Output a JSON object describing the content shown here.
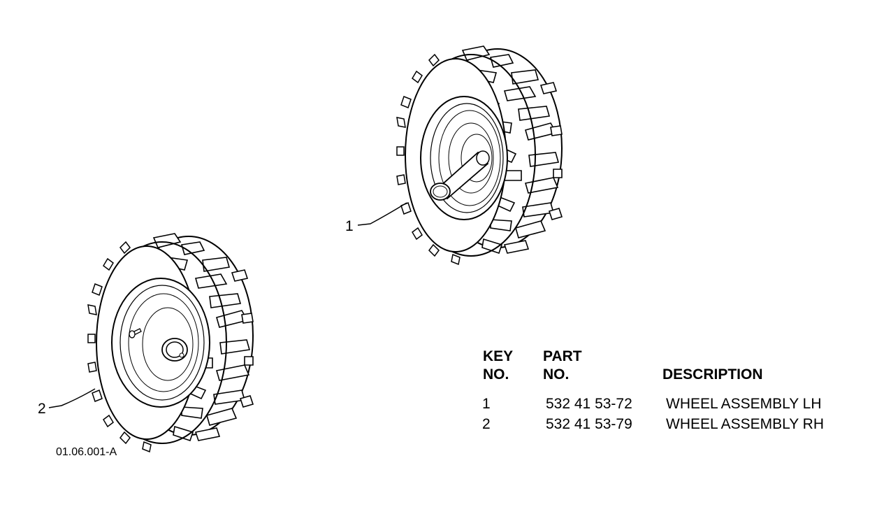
{
  "figure_ref": "01.06.001-A",
  "callouts": [
    "1",
    "2"
  ],
  "table": {
    "headers": {
      "key_line1": "KEY",
      "key_line2": "NO.",
      "part_line1": "PART",
      "part_line2": "NO.",
      "description": "DESCRIPTION"
    },
    "rows": [
      {
        "key": "1",
        "part": "532 41 53-72",
        "description": "WHEEL ASSEMBLY LH"
      },
      {
        "key": "2",
        "part": "532 41 53-79",
        "description": "WHEEL ASSEMBLY RH"
      }
    ]
  }
}
